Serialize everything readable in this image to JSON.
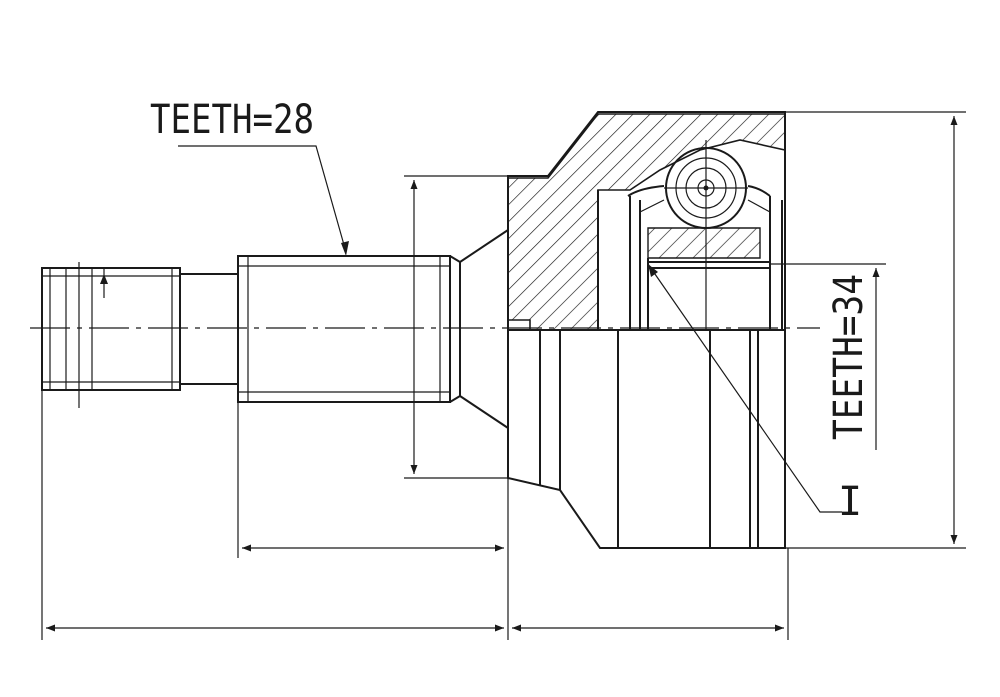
{
  "labels": {
    "spline_a": "TEETH=28",
    "spline_b": "TEETH=34",
    "marker": "I"
  },
  "colors": {
    "line": "#1a1a1a",
    "background": "#ffffff"
  }
}
